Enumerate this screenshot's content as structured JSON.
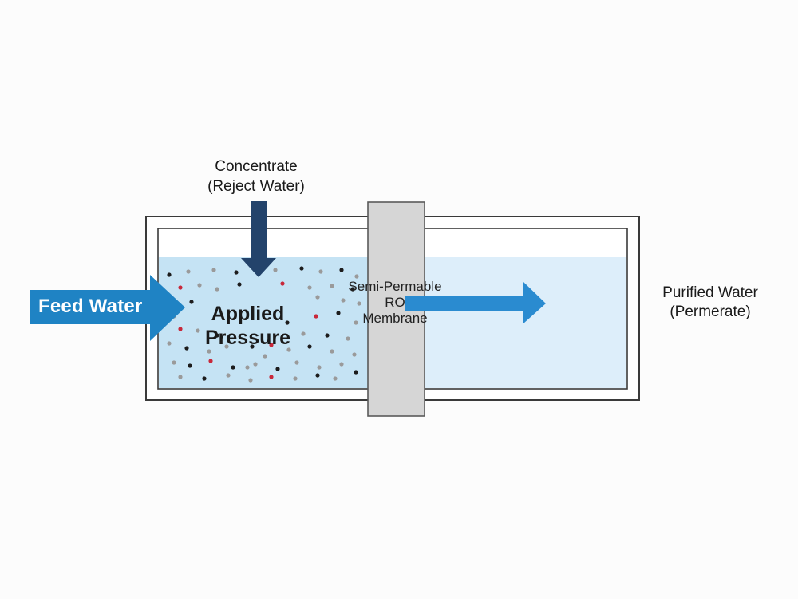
{
  "labels": {
    "concentrate": [
      "Concentrate",
      "(Reject Water)"
    ],
    "feed_water": "Feed Water",
    "applied_pressure": [
      "Applied",
      "Pressure"
    ],
    "membrane": [
      "Semi-Permable",
      "RO",
      "Membrane"
    ],
    "purified_water": [
      "Purified Water",
      "(Permerate)"
    ]
  },
  "colors": {
    "feed_arrow": "#1f83c4",
    "concentrate_arrow": "#23436b",
    "permeate_arrow": "#2a8bd0",
    "feed_side_water": "#c5e3f4",
    "permeate_side_water": "#ddeefa",
    "membrane": "#d6d6d6",
    "particle_black": "#1c1c1c",
    "particle_red": "#c8283a",
    "particle_gray": "#9a9a9a"
  },
  "icons": {
    "feed_arrow": "arrow-right-icon",
    "concentrate_arrow": "arrow-down-icon",
    "permeate_arrow": "arrow-right-icon"
  }
}
